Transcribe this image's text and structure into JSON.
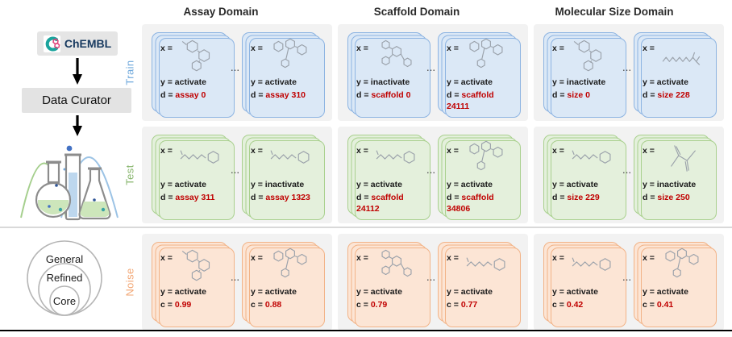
{
  "figure": {
    "headers": [
      {
        "label": "Assay Domain"
      },
      {
        "label": "Scaffold Domain"
      },
      {
        "label": "Molecular Size Domain"
      }
    ],
    "pipeline": {
      "chembl_label": "ChEMBL",
      "chembl_logo_icon": "chembl-rings-icon",
      "arrow_icon": "down-arrow-icon",
      "data_curator_label": "Data Curator",
      "flasks_icon": "distribution-flasks-icon",
      "venn": {
        "outer": "General",
        "middle": "Refined",
        "inner": "Core"
      }
    },
    "colors": {
      "value_red": "#c00000",
      "panel_bg": "#f2f2f2",
      "divider_gray": "#d9d9d9",
      "train_blue": "#6fa8dc",
      "test_green": "#86b56b",
      "noise_orange": "#f2a572",
      "train_card_fill": "#dbe8f6",
      "train_card_border": "#8db4e2",
      "test_card_fill": "#e4f0dc",
      "test_card_border": "#a9d08e",
      "noise_card_fill": "#fce5d5",
      "noise_card_border": "#f2b387"
    },
    "rows": [
      {
        "label": "Train",
        "label_color": "#6fa8dc",
        "card_fill": "#dbe8f6",
        "card_border": "#8db4e2",
        "ellipsis": "...",
        "cells": [
          {
            "cards": [
              {
                "mol": "rings",
                "x_label": "x =",
                "y_line": "y = activate",
                "anno_key": "d = ",
                "anno_value": "assay 0"
              },
              {
                "mol": "rings3",
                "x_label": "x =",
                "y_line": "y = activate",
                "anno_key": "d = ",
                "anno_value": "assay 310"
              }
            ]
          },
          {
            "cards": [
              {
                "mol": "cluster",
                "x_label": "x =",
                "y_line": "y = inactivate",
                "anno_key": "d = ",
                "anno_value": "scaffold 0"
              },
              {
                "mol": "rings3",
                "x_label": "x =",
                "y_line": "y = activate",
                "anno_key": "d = ",
                "anno_value": "scaffold 24111"
              }
            ]
          },
          {
            "cards": [
              {
                "mol": "rings",
                "x_label": "x =",
                "y_line": "y = inactivate",
                "anno_key": "d = ",
                "anno_value": "size 0"
              },
              {
                "mol": "chain",
                "x_label": "x =",
                "y_line": "y = activate",
                "anno_key": "d = ",
                "anno_value": "size 228"
              }
            ]
          }
        ]
      },
      {
        "label": "Test",
        "label_color": "#86b56b",
        "card_fill": "#e4f0dc",
        "card_border": "#a9d08e",
        "ellipsis": "...",
        "cells": [
          {
            "cards": [
              {
                "mol": "chainring",
                "x_label": "x =",
                "y_line": "y = activate",
                "anno_key": "d = ",
                "anno_value": "assay 311"
              },
              {
                "mol": "chainring",
                "x_label": "x =",
                "y_line": "y = inactivate",
                "anno_key": "d = ",
                "anno_value": "assay 1323"
              }
            ]
          },
          {
            "cards": [
              {
                "mol": "chainring",
                "x_label": "x =",
                "y_line": "y = activate",
                "anno_key": "d = ",
                "anno_value": "scaffold 24112"
              },
              {
                "mol": "rings3",
                "x_label": "x =",
                "y_line": "y = activate",
                "anno_key": "d = ",
                "anno_value": "scaffold 34806"
              }
            ]
          },
          {
            "cards": [
              {
                "mol": "chainring",
                "x_label": "x =",
                "y_line": "y = activate",
                "anno_key": "d = ",
                "anno_value": "size 229"
              },
              {
                "mol": "branch",
                "x_label": "x =",
                "y_line": "y = inactivate",
                "anno_key": "d = ",
                "anno_value": "size 250"
              }
            ]
          }
        ]
      },
      {
        "label": "Noise",
        "label_color": "#f2a572",
        "card_fill": "#fce5d5",
        "card_border": "#f2b387",
        "ellipsis": "...",
        "cells": [
          {
            "cards": [
              {
                "mol": "rings",
                "x_label": "x =",
                "y_line": "y = activate",
                "anno_key": "c = ",
                "anno_value": "0.99"
              },
              {
                "mol": "rings3",
                "x_label": "x =",
                "y_line": "y = activate",
                "anno_key": "c = ",
                "anno_value": "0.88"
              }
            ]
          },
          {
            "cards": [
              {
                "mol": "cluster",
                "x_label": "x =",
                "y_line": "y = activate",
                "anno_key": "c = ",
                "anno_value": "0.79"
              },
              {
                "mol": "chainring",
                "x_label": "x =",
                "y_line": "y = activate",
                "anno_key": "c = ",
                "anno_value": "0.77"
              }
            ]
          },
          {
            "cards": [
              {
                "mol": "chainring",
                "x_label": "x =",
                "y_line": "y = activate",
                "anno_key": "c = ",
                "anno_value": "0.42"
              },
              {
                "mol": "rings3",
                "x_label": "x =",
                "y_line": "y = activate",
                "anno_key": "c = ",
                "anno_value": "0.41"
              }
            ]
          }
        ]
      }
    ]
  }
}
